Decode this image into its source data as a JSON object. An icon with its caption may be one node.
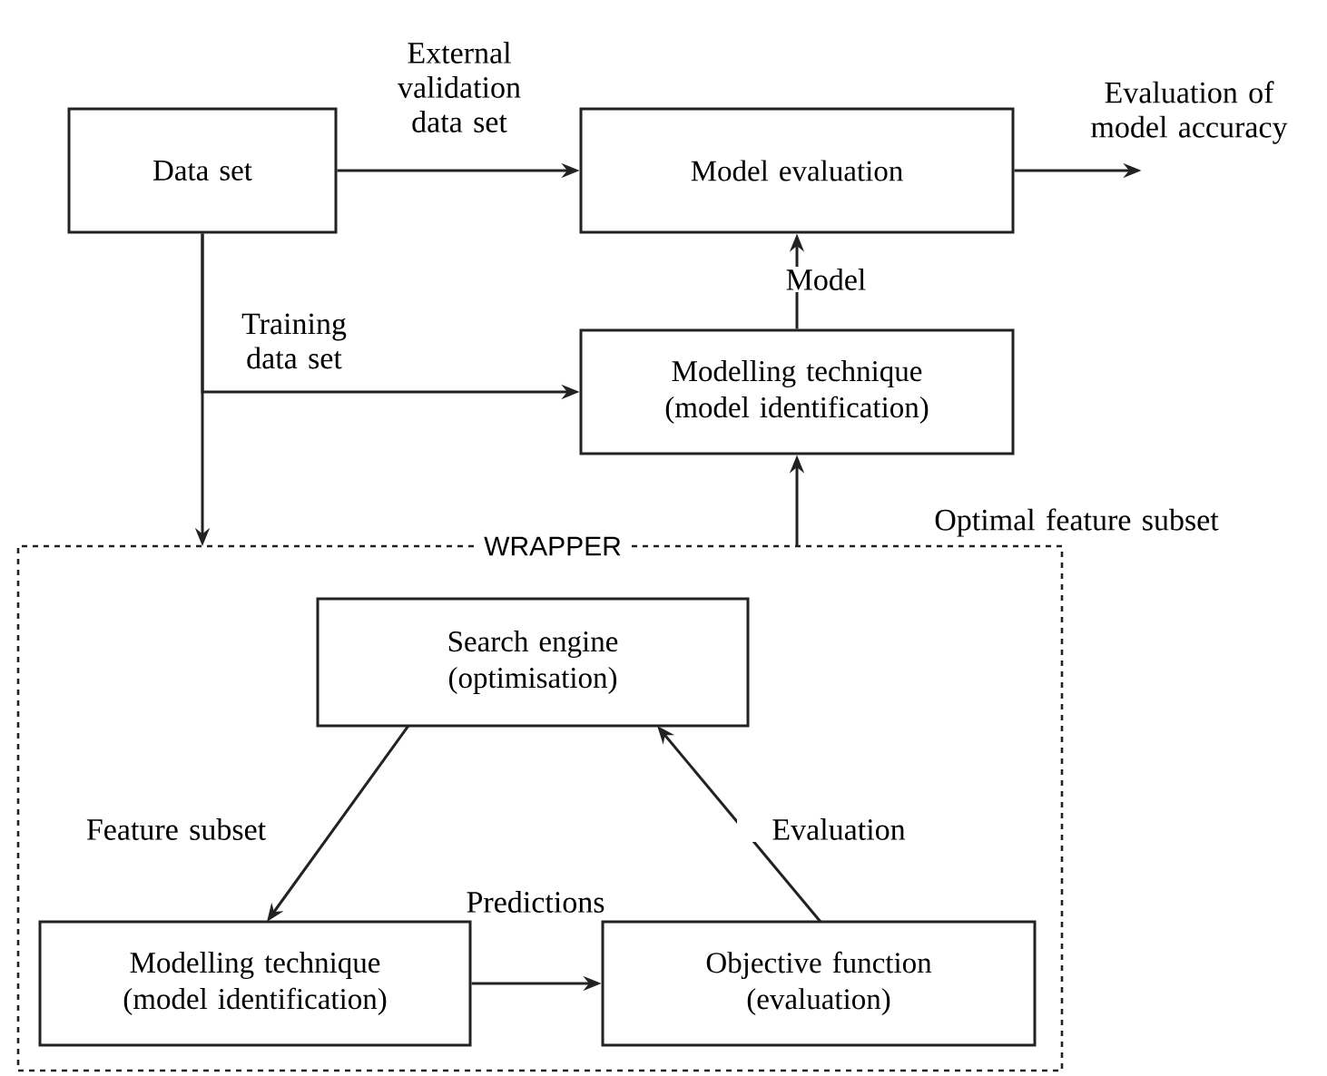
{
  "diagram": {
    "nodes": [
      {
        "text": [
          "Data set"
        ]
      },
      {
        "text": [
          "Model evaluation"
        ]
      },
      {
        "text": [
          "Modelling technique (model identification)"
        ]
      },
      {
        "text": [
          "WRAPPER"
        ]
      },
      {
        "text": [
          "Search engine (optimisation)"
        ],
        "in": 3
      },
      {
        "text": [
          "Modelling technique (model identification)"
        ],
        "in": 3
      },
      {
        "text": [
          "Objective function (evaluation)"
        ],
        "in": 3
      }
    ],
    "edges": [
      {
        "from": 0,
        "to": 1,
        "arrow": "to",
        "label": "External validation data set"
      },
      {
        "from": 1,
        "to": null,
        "arrow": "to",
        "label": "Evaluation of model accuracy"
      },
      {
        "from": 0,
        "to": 2,
        "arrow": "to",
        "label": "Training data set"
      },
      {
        "from": 0,
        "to": 3,
        "arrow": "to"
      },
      {
        "from": 2,
        "to": 1,
        "arrow": "to",
        "label": "Model"
      },
      {
        "from": 3,
        "to": 2,
        "arrow": "to",
        "label": "Optimal feature subset"
      },
      {
        "from": 4,
        "to": 5,
        "arrow": "to",
        "label": "Feature subset"
      },
      {
        "from": 5,
        "to": 6,
        "arrow": "to",
        "label": "Predictions"
      },
      {
        "from": 6,
        "to": 4,
        "arrow": "to",
        "label": "Evaluation"
      }
    ]
  }
}
